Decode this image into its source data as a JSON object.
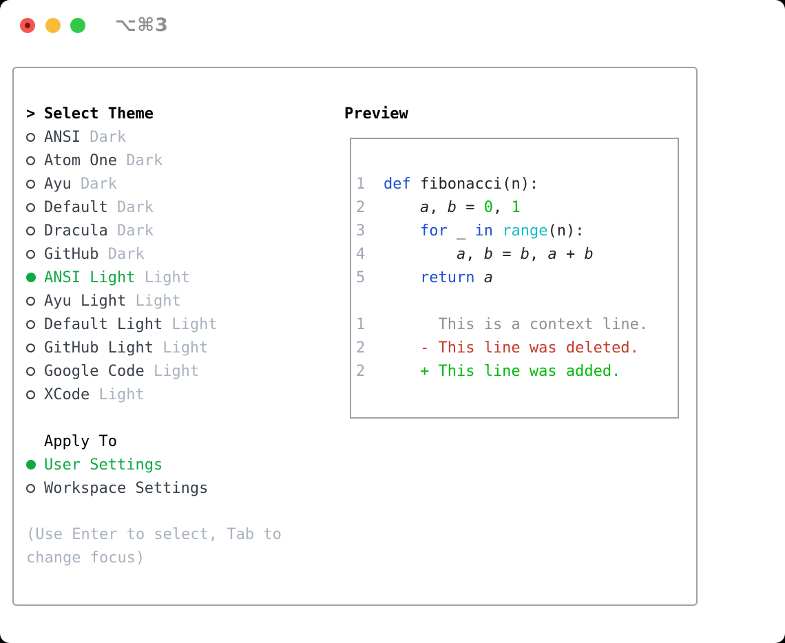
{
  "window": {
    "title": "⌥⌘3"
  },
  "titlebar": {
    "buttons": [
      {
        "name": "close",
        "color_key": "light_red"
      },
      {
        "name": "minimize",
        "color_key": "light_yellow"
      },
      {
        "name": "zoom",
        "color_key": "light_green"
      }
    ]
  },
  "theme_list": {
    "cursor": ">",
    "header": "Select Theme",
    "items": [
      {
        "name": "ANSI",
        "tag": "Dark",
        "selected": false
      },
      {
        "name": "Atom One",
        "tag": "Dark",
        "selected": false
      },
      {
        "name": "Ayu",
        "tag": "Dark",
        "selected": false
      },
      {
        "name": "Default",
        "tag": "Dark",
        "selected": false
      },
      {
        "name": "Dracula",
        "tag": "Dark",
        "selected": false
      },
      {
        "name": "GitHub",
        "tag": "Dark",
        "selected": false
      },
      {
        "name": "ANSI Light",
        "tag": "Light",
        "selected": true
      },
      {
        "name": "Ayu Light",
        "tag": "Light",
        "selected": false
      },
      {
        "name": "Default Light",
        "tag": "Light",
        "selected": false
      },
      {
        "name": "GitHub Light",
        "tag": "Light",
        "selected": false
      },
      {
        "name": "Google Code",
        "tag": "Light",
        "selected": false
      },
      {
        "name": "XCode",
        "tag": "Light",
        "selected": false
      }
    ]
  },
  "apply_to": {
    "header": "Apply To",
    "options": [
      {
        "label": "User Settings",
        "selected": true
      },
      {
        "label": "Workspace Settings",
        "selected": false
      }
    ]
  },
  "help_text": "(Use Enter to select, Tab to change focus)",
  "preview": {
    "header": "Preview",
    "code_lines": [
      {
        "num": "1",
        "tokens": [
          {
            "t": "def",
            "c": "kw"
          },
          {
            "t": " fibonacci(n):",
            "c": "plain"
          }
        ]
      },
      {
        "num": "2",
        "tokens": [
          {
            "t": "    ",
            "c": "plain"
          },
          {
            "t": "a",
            "c": "var"
          },
          {
            "t": ", ",
            "c": "plain"
          },
          {
            "t": "b",
            "c": "var"
          },
          {
            "t": " = ",
            "c": "plain"
          },
          {
            "t": "0",
            "c": "num"
          },
          {
            "t": ", ",
            "c": "plain"
          },
          {
            "t": "1",
            "c": "num"
          }
        ]
      },
      {
        "num": "3",
        "tokens": [
          {
            "t": "    ",
            "c": "plain"
          },
          {
            "t": "for",
            "c": "kw"
          },
          {
            "t": " _ ",
            "c": "plain"
          },
          {
            "t": "in",
            "c": "kw"
          },
          {
            "t": " ",
            "c": "plain"
          },
          {
            "t": "range",
            "c": "fn"
          },
          {
            "t": "(n):",
            "c": "plain"
          }
        ]
      },
      {
        "num": "4",
        "tokens": [
          {
            "t": "        ",
            "c": "plain"
          },
          {
            "t": "a",
            "c": "var"
          },
          {
            "t": ", ",
            "c": "plain"
          },
          {
            "t": "b",
            "c": "var"
          },
          {
            "t": " = ",
            "c": "plain"
          },
          {
            "t": "b",
            "c": "var"
          },
          {
            "t": ", ",
            "c": "plain"
          },
          {
            "t": "a",
            "c": "var"
          },
          {
            "t": " + ",
            "c": "plain"
          },
          {
            "t": "b",
            "c": "var"
          }
        ]
      },
      {
        "num": "5",
        "tokens": [
          {
            "t": "    ",
            "c": "plain"
          },
          {
            "t": "return",
            "c": "kw"
          },
          {
            "t": " ",
            "c": "plain"
          },
          {
            "t": "a",
            "c": "var"
          }
        ]
      }
    ],
    "diff_lines": [
      {
        "num": "1",
        "text": "      This is a context line.",
        "kind": "context"
      },
      {
        "num": "2",
        "text": "    - This line was deleted.",
        "kind": "deleted"
      },
      {
        "num": "2",
        "text": "    + This line was added.",
        "kind": "added"
      }
    ]
  },
  "colors": {
    "accent_green": "#10a845",
    "bright_green": "#00bb0b",
    "keyword_blue": "#1d4fd8",
    "function_cyan": "#14bec8",
    "deleted_red": "#c43a28",
    "text_dark": "#38404a",
    "text_black": "#000000",
    "muted_gray": "#a9b2bf",
    "context_gray": "#8d9095",
    "linenum_gray": "#9aa6b5",
    "border_gray": "#99a2ad",
    "title_gray": "#8f9194",
    "light_red": "#f4554e",
    "light_yellow": "#f8bc3c",
    "light_green": "#33c846"
  }
}
